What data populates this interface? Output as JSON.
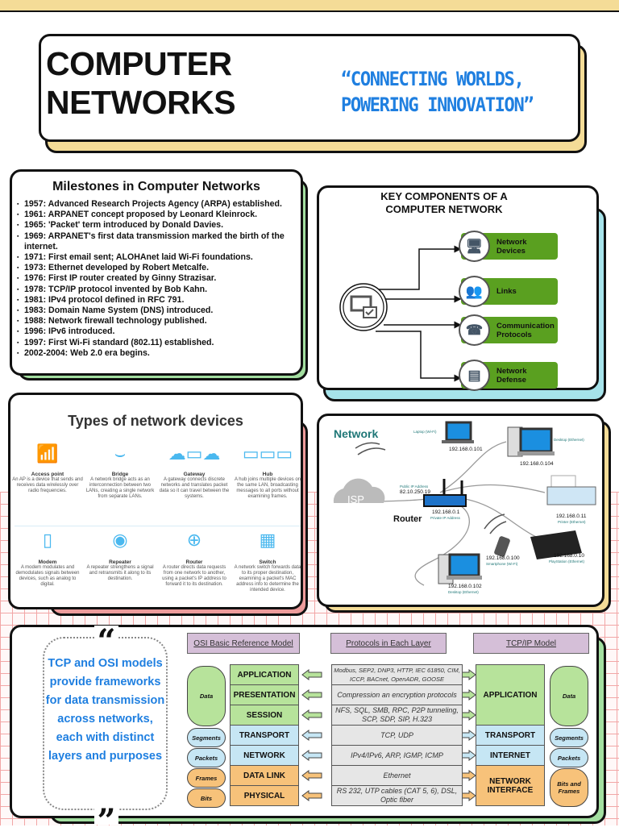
{
  "header": {
    "title_line1": "COMPUTER",
    "title_line2": "NETWORKS",
    "tagline": "“CONNECTING WORLDS, POWERING INNOVATION”"
  },
  "milestones": {
    "title": "Milestones in Computer Networks",
    "items": [
      "1957: Advanced Research Projects Agency (ARPA) established.",
      "1961: ARPANET concept proposed by Leonard Kleinrock.",
      "1965: 'Packet' term introduced by Donald Davies.",
      "1969: ARPANET's first data transmission marked the birth of the internet.",
      "1971: First email sent; ALOHAnet laid Wi-Fi foundations.",
      "1973: Ethernet developed by Robert Metcalfe.",
      "1976: First IP router created by Ginny Strazisar.",
      "1978: TCP/IP protocol invented by Bob Kahn.",
      "1981: IPv4 protocol defined in RFC 791.",
      "1983: Domain Name System (DNS) introduced.",
      "1988: Network firewall technology published.",
      "1996: IPv6 introduced.",
      "1997: First Wi-Fi standard (802.11) established.",
      "2002-2004: Web 2.0 era begins."
    ]
  },
  "key_components": {
    "title": "KEY COMPONENTS OF A COMPUTER NETWORK",
    "items": [
      {
        "label": "Network Devices",
        "icon": "computer-icon"
      },
      {
        "label": "Links",
        "icon": "people-link-icon"
      },
      {
        "label": "Communication Protocols",
        "icon": "switch-phone-icon"
      },
      {
        "label": "Network Defense",
        "icon": "server-icon"
      }
    ]
  },
  "device_types": {
    "title": "Types of network devices",
    "items": [
      {
        "name": "Access point",
        "desc": "An AP is a device that sends and receives data wirelessly over radio frequencies.",
        "icon": "access-point-icon"
      },
      {
        "name": "Bridge",
        "desc": "A network bridge acts as an interconnection between two LANs, creating a single network from separate LANs.",
        "icon": "bridge-icon"
      },
      {
        "name": "Gateway",
        "desc": "A gateway connects discrete networks and translates packet data so it can travel between the systems.",
        "icon": "gateway-icon"
      },
      {
        "name": "Hub",
        "desc": "A hub joins multiple devices on the same LAN, broadcasting messages to all ports without examining frames.",
        "icon": "hub-icon"
      },
      {
        "name": "Modem",
        "desc": "A modem modulates and demodulates signals between devices, such as analog to digital.",
        "icon": "modem-icon"
      },
      {
        "name": "Repeater",
        "desc": "A repeater strengthens a signal and retransmits it along to its destination.",
        "icon": "repeater-icon"
      },
      {
        "name": "Router",
        "desc": "A router directs data requests from one network to another, using a packet's IP address to forward it to its destination.",
        "icon": "router-icon"
      },
      {
        "name": "Switch",
        "desc": "A network switch forwards data to its proper destination, examining a packet's MAC address info to determine the intended device.",
        "icon": "switch-icon"
      }
    ]
  },
  "network": {
    "title": "Network",
    "isp": "ISP",
    "router": "Router",
    "public_ip_label": "Public IP Address",
    "public_ip": "82.10.250.19",
    "private_ip": "192.168.0.1",
    "private_ip_label": "Private IP Address",
    "devices": [
      {
        "label": "Laptop (Wi-Fi)",
        "ip": "192.168.0.101"
      },
      {
        "label": "Desktop (Ethernet)",
        "ip": "192.168.0.104"
      },
      {
        "label": "Printer (Ethernet)",
        "ip": "192.168.0.11"
      },
      {
        "label": "PlayStation (Ethernet)",
        "ip": "192.168.0.10"
      },
      {
        "label": "Smartphone (Wi-Fi)",
        "ip": "192.168.0.100"
      },
      {
        "label": "Desktop (Ethernet)",
        "ip": "192.168.0.102"
      }
    ]
  },
  "models": {
    "quote": "TCP and OSI models provide frameworks for data transmission across networks, each with distinct layers and purposes",
    "osi_header": "OSI Basic Reference Model",
    "protocols_header": "Protocols in Each Layer",
    "tcpip_header": "TCP/IP Model",
    "osi_layers": [
      "APPLICATION",
      "PRESENTATION",
      "SESSION",
      "TRANSPORT",
      "NETWORK",
      "DATA LINK",
      "PHYSICAL"
    ],
    "osi_pdus": [
      "Data",
      "Segments",
      "Packets",
      "Frames",
      "Bits"
    ],
    "protocols": [
      "Modbus, SEP2, DNP3, HTTP, IEC 61850, CIM, ICCP, BACnet, OpenADR, GOOSE",
      "Compression an encryption protocols",
      "NFS, SQL, SMB, RPC, P2P tunneling, SCP, SDP, SIP, H.323",
      "TCP, UDP",
      "IPv4/IPv6, ARP, IGMP, ICMP",
      "Ethernet",
      "RS 232, UTP cables (CAT 5, 6), DSL, Optic fiber"
    ],
    "tcpip_layers": [
      "APPLICATION",
      "TRANSPORT",
      "INTERNET",
      "NETWORK INTERFACE"
    ],
    "tcpip_pdus": [
      "Data",
      "Segments",
      "Packets",
      "Bits and Frames"
    ],
    "colors": {
      "upper": "#b7e39b",
      "middle": "#c6e6f4",
      "lower": "#f7c27a"
    }
  }
}
